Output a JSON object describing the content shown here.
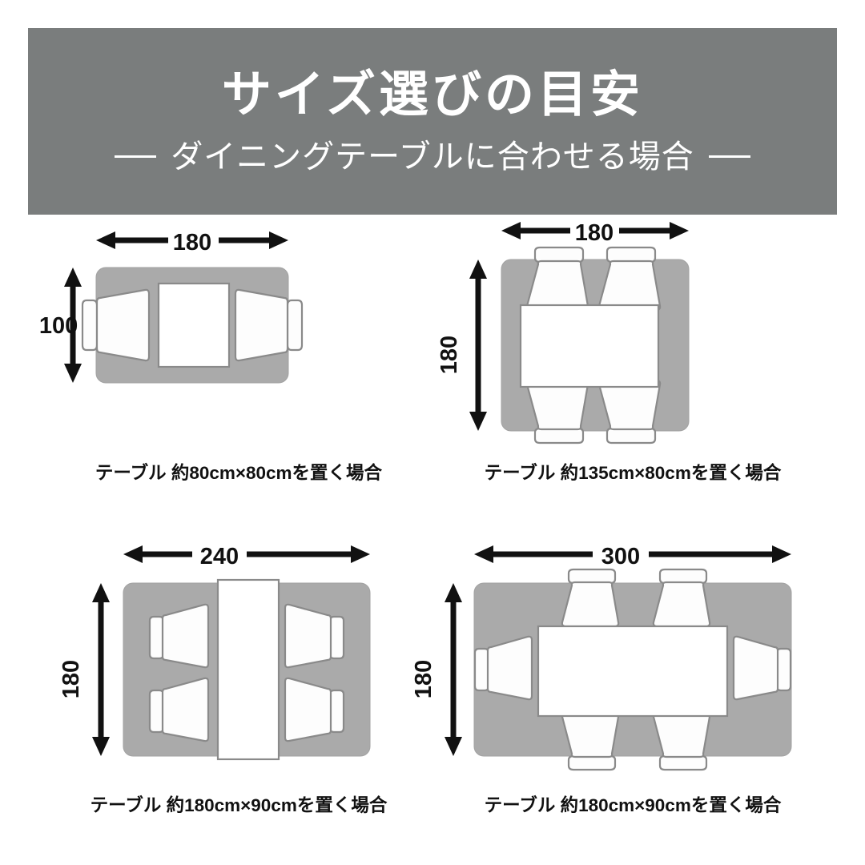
{
  "header": {
    "title": "サイズ選びの目安",
    "subtitle": "ダイニングテーブルに合わせる場合",
    "bg_color": "#7a7d7d",
    "text_color": "#ffffff"
  },
  "colors": {
    "rug": "#aaaaaa",
    "rug_stroke": "#9a9a9a",
    "table_fill": "#ffffff",
    "outline": "#8a8a8a",
    "dimension": "#111111",
    "page_bg": "#ffffff"
  },
  "diagrams": [
    {
      "id": "diagram-80x80",
      "rug_width_label": "180",
      "rug_height_label": "100",
      "caption": "テーブル 約80cm×80cmを置く場合",
      "chairs": 2,
      "chair_layout": "left-right"
    },
    {
      "id": "diagram-135x80",
      "rug_width_label": "180",
      "rug_height_label": "180",
      "caption": "テーブル 約135cm×80cmを置く場合",
      "chairs": 4,
      "chair_layout": "top-bottom"
    },
    {
      "id": "diagram-180x90-240",
      "rug_width_label": "240",
      "rug_height_label": "180",
      "caption": "テーブル 約180cm×90cmを置く場合",
      "chairs": 4,
      "chair_layout": "left-right"
    },
    {
      "id": "diagram-180x90-300",
      "rug_width_label": "300",
      "rug_height_label": "180",
      "caption": "テーブル 約180cm×90cmを置く場合",
      "chairs": 6,
      "chair_layout": "all-sides"
    }
  ]
}
